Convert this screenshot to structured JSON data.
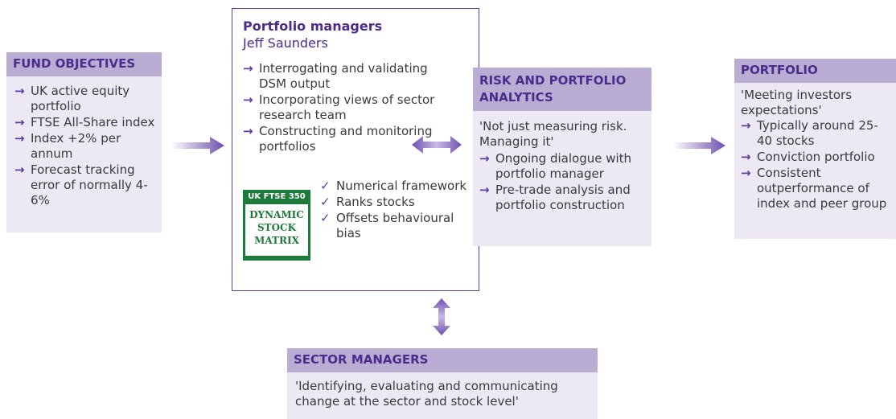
{
  "fund_objectives": {
    "title": "FUND OBJECTIVES",
    "items": [
      "UK active equity portfolio",
      "FTSE All-Share index",
      "Index +2% per annum",
      "Forecast tracking error of normally 4-6%"
    ]
  },
  "portfolio_managers": {
    "title": "Portfolio managers",
    "name": "Jeff Saunders",
    "items": [
      "Interrogating and validating DSM output",
      "Incorporating views of sector research team",
      "Constructing and monitoring portfolios"
    ],
    "checks": [
      "Numerical framework",
      "Ranks stocks",
      "Offsets behavioural bias"
    ]
  },
  "dsm_logo": {
    "top": "UK FTSE 350",
    "line1": "DYNAMIC",
    "line2": "STOCK",
    "line3": "MATRIX"
  },
  "risk": {
    "title": "RISK AND PORTFOLIO ANALYTICS",
    "quote": "'Not just measuring risk. Managing it'",
    "items": [
      "Ongoing dialogue with portfolio manager",
      "Pre-trade analysis and portfolio construction"
    ]
  },
  "portfolio": {
    "title": "PORTFOLIO",
    "quote": "'Meeting investors expectations'",
    "items": [
      "Typically around 25-40 stocks",
      "Conviction portfolio",
      "Consistent outperformance of index and peer group"
    ]
  },
  "sector": {
    "title": "SECTOR MANAGERS",
    "quote": "'Identifying, evaluating and communicating change at the sector and stock level'"
  },
  "colors": {
    "header_bg": "#b9add4",
    "header_text": "#4b2c8c",
    "panel_bg": "#ece8f4",
    "arrow": "#7b5cb5",
    "logo": "#1e7a3a"
  }
}
